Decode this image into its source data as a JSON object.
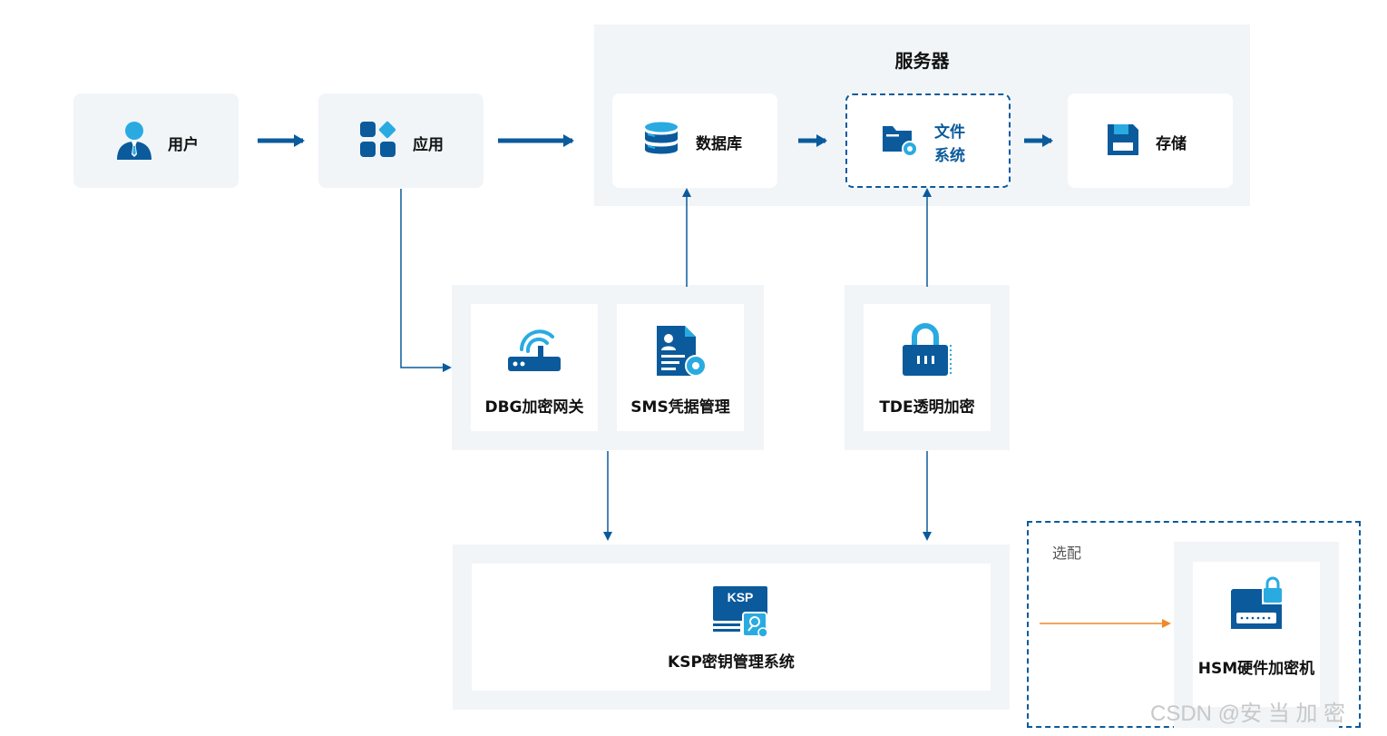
{
  "server": {
    "title": "服务器"
  },
  "nodes": {
    "user": "用户",
    "app": "应用",
    "database": "数据库",
    "filesystem_line1": "文件",
    "filesystem_line2": "系统",
    "storage": "存储",
    "dbg": "DBG加密网关",
    "sms": "SMS凭据管理",
    "tde": "TDE透明加密",
    "ksp": "KSP密钥管理系统",
    "hsm": "HSM硬件加密机"
  },
  "optional": {
    "label": "选配"
  },
  "icons": {
    "user": "user-icon",
    "app": "apps-grid-icon",
    "database": "database-icon",
    "filesystem": "folder-gear-icon",
    "storage": "floppy-disk-icon",
    "dbg": "router-icon",
    "sms": "document-gear-icon",
    "tde": "padlock-icon",
    "ksp": "ksp-monitor-key-icon",
    "hsm": "hsm-device-lock-icon"
  },
  "ksp_badge": "KSP",
  "watermark": "CSDN @安 当 加 密",
  "colors": {
    "primary": "#0b5a9c",
    "accent": "#29abe2",
    "panel": "#f1f5f8",
    "optional_arrow": "#f0892a"
  }
}
